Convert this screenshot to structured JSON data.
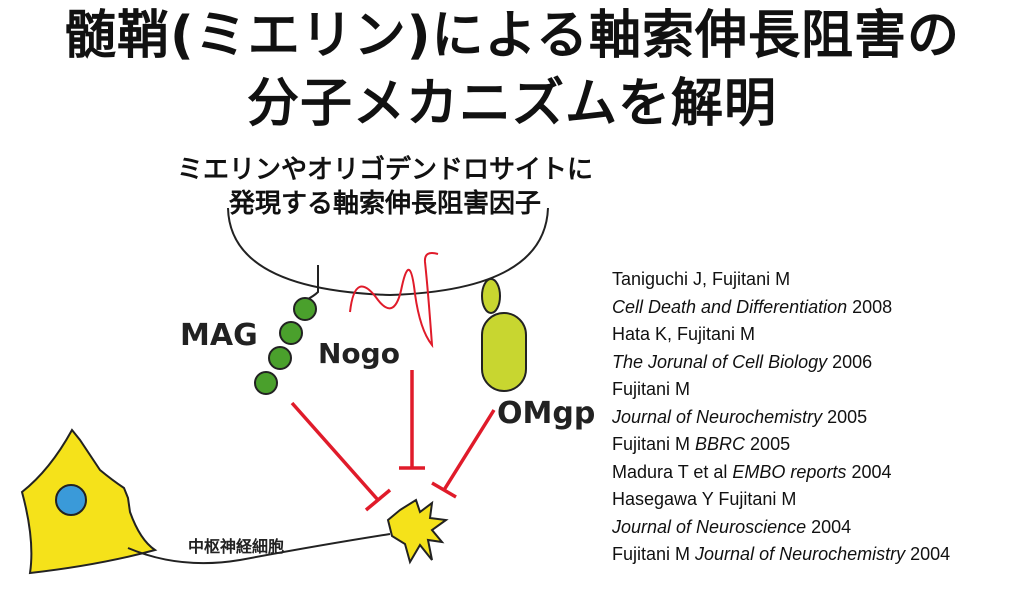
{
  "title": {
    "line1": "髄鞘(ミエリン)による軸索伸長阻害の",
    "line2": "分子メカニズムを解明"
  },
  "subtitle": {
    "line1": "ミエリンやオリゴデンドロサイトに",
    "line2": "発現する軸索伸長阻害因子"
  },
  "labels": {
    "mag": "MAG",
    "nogo": "Nogo",
    "omgp": "OMgp",
    "neuron": "中枢神経細胞"
  },
  "references": [
    {
      "plain": "Taniguchi J, Fujitani M",
      "italic": "",
      "after": ""
    },
    {
      "plain": "",
      "italic": "Cell Death and Differentiation",
      "after": " 2008"
    },
    {
      "plain": "Hata K, Fujitani M",
      "italic": "",
      "after": ""
    },
    {
      "plain": "",
      "italic": "The Jorunal of Cell Biology",
      "after": " 2006"
    },
    {
      "plain": "Fujitani M",
      "italic": "",
      "after": ""
    },
    {
      "plain": "",
      "italic": "Journal of Neurochemistry",
      "after": " 2005"
    },
    {
      "plain": "Fujitani M ",
      "italic": "BBRC",
      "after": " 2005"
    },
    {
      "plain": "Madura T et al ",
      "italic": "EMBO reports",
      "after": " 2004"
    },
    {
      "plain": "Hasegawa Y Fujitani M",
      "italic": "",
      "after": ""
    },
    {
      "plain": "",
      "italic": "Journal of Neuroscience",
      "after": " 2004"
    },
    {
      "plain": "Fujitani M ",
      "italic": "Journal of Neurochemistry",
      "after": " 2004"
    }
  ],
  "colors": {
    "inhibit": "#e01b2a",
    "mag": "#4aa02c",
    "omgp": "#c8d630",
    "neuron": "#f5e21a",
    "nucleus": "#3a9ad9"
  }
}
